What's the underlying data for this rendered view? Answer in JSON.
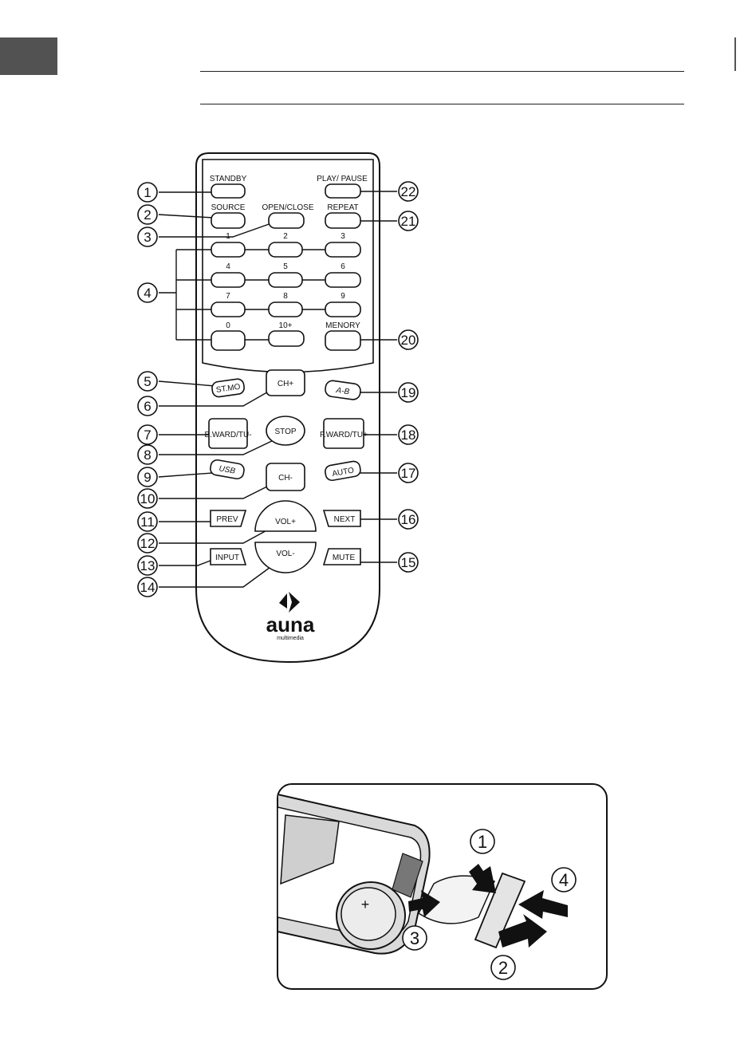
{
  "remote": {
    "standby_label": "STANDBY",
    "play_pause_label": "PLAY/ PAUSE",
    "source_label": "SOURCE",
    "open_close_label": "OPEN/CLOSE",
    "repeat_label": "REPEAT",
    "digit_labels": [
      "1",
      "2",
      "3",
      "4",
      "5",
      "6",
      "7",
      "8",
      "9",
      "0",
      "10+"
    ],
    "memory_label": "MENORY",
    "st_mo_label": "ST.MO",
    "ch_plus_label": "CH+",
    "a_b_label": "A-B",
    "b_ward_label": "B.WARD/TU-",
    "stop_label": "STOP",
    "f_ward_label": "F.WARD/TU+",
    "usb_label": "USB",
    "ch_minus_label": "CH-",
    "auto_label": "AUTO",
    "prev_label": "PREV",
    "vol_plus_label": "VOL+",
    "next_label": "NEXT",
    "input_label": "INPUT",
    "vol_minus_label": "VOL-",
    "mute_label": "MUTE",
    "brand_name": "auna",
    "brand_tagline": "multimedia"
  },
  "callouts": [
    "1",
    "2",
    "3",
    "4",
    "5",
    "6",
    "7",
    "8",
    "9",
    "10",
    "11",
    "12",
    "13",
    "14",
    "15",
    "16",
    "17",
    "18",
    "19",
    "20",
    "21",
    "22"
  ],
  "battery_steps": [
    "1",
    "2",
    "3",
    "4"
  ],
  "battery_plus_symbol": "+"
}
